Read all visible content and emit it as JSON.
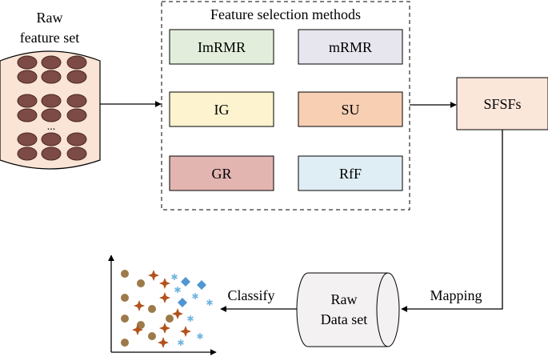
{
  "raw_feature_set": {
    "label_line1": "Raw",
    "label_line2": "feature set",
    "ellipsis": "..."
  },
  "methods_panel": {
    "title": "Feature selection methods",
    "methods": [
      {
        "label": "ImRMR",
        "fill": "#e2eedb"
      },
      {
        "label": "mRMR",
        "fill": "#e7e5ee"
      },
      {
        "label": "IG",
        "fill": "#fdf3cf"
      },
      {
        "label": "SU",
        "fill": "#f8cfb3"
      },
      {
        "label": "GR",
        "fill": "#e3b5b1"
      },
      {
        "label": "RfF",
        "fill": "#dfeef4"
      }
    ]
  },
  "sfsfs": {
    "label": "SFSFs",
    "fill": "#fbe6da"
  },
  "raw_dataset": {
    "label_line1": "Raw",
    "label_line2": "Data set",
    "fill": "#f3f1f1"
  },
  "edges": {
    "mapping": "Mapping",
    "classify": "Classify"
  },
  "colors": {
    "feature_dot": "#7d4b46",
    "feature_dot_dark": "#4a2623",
    "container_fill": "#f9e4d6",
    "scatter_circle": "#9c7a49",
    "scatter_star4": "#b2521c",
    "scatter_diamond": "#4f96d2",
    "scatter_asterisk": "#6eb4dd"
  }
}
